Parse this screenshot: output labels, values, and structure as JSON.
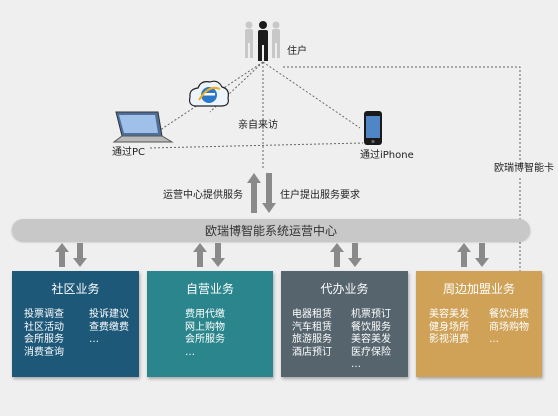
{
  "resident": {
    "label": "住户"
  },
  "pc": {
    "label": "通过PC"
  },
  "iphone": {
    "label": "通过iPhone"
  },
  "visit": {
    "label": "亲自来访"
  },
  "center_provides": {
    "label": "运营中心提供服务"
  },
  "resident_requests": {
    "label": "住户提出服务要求"
  },
  "card": {
    "label": "欧瑞博智能卡"
  },
  "center_bar": {
    "label": "欧瑞博智能系统运营中心"
  },
  "boxes": [
    {
      "title": "社区业务",
      "color": "#1e5878",
      "col1": [
        "投票调查",
        "社区活动",
        "会所服务",
        "消费查询"
      ],
      "col2": [
        "投诉建议",
        "查费缴费",
        "…"
      ]
    },
    {
      "title": "自营业务",
      "color": "#2a868c",
      "col1": [
        "费用代缴",
        "网上购物",
        "会所服务",
        "…"
      ],
      "col2": []
    },
    {
      "title": "代办业务",
      "color": "#56646e",
      "col1": [
        "电器租赁",
        "汽车租赁",
        "旅游服务",
        "酒店预订"
      ],
      "col2": [
        "机票预订",
        "餐饮服务",
        "美容美发",
        "医疗保险",
        "…"
      ]
    },
    {
      "title": "周边加盟业务",
      "color": "#cfa258",
      "col1": [
        "美容美发",
        "健身场所",
        "影视消费"
      ],
      "col2": [
        "餐饮消费",
        "商场购物",
        "…"
      ]
    }
  ],
  "colors": {
    "arrow": "#8a8a8a",
    "bar": "#c8c8c8",
    "line": "#666666"
  },
  "icons": [
    "people-icon",
    "internet-explorer-icon",
    "laptop-icon",
    "smartphone-icon",
    "arrow-up-icon",
    "arrow-down-icon"
  ]
}
